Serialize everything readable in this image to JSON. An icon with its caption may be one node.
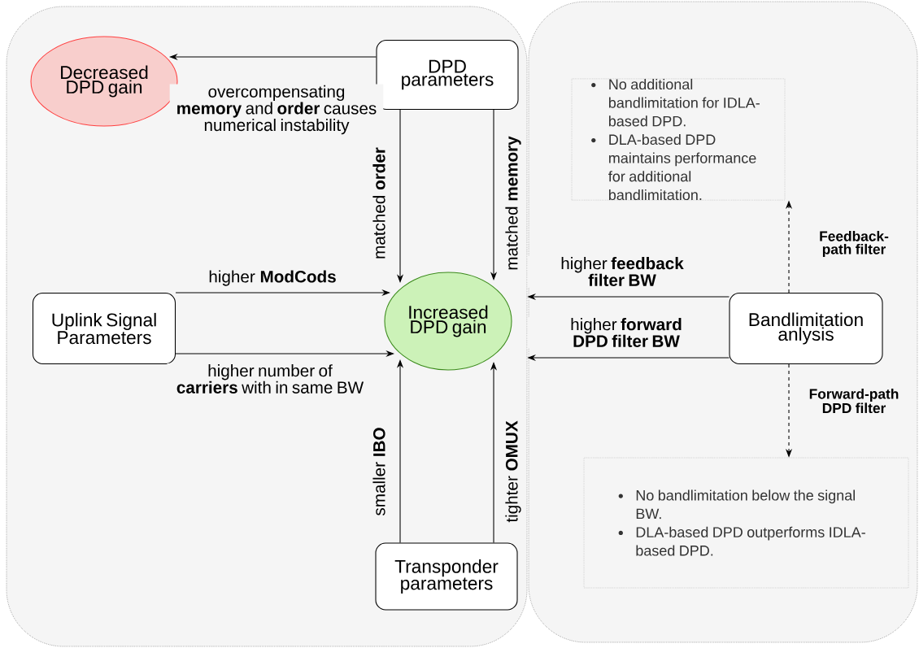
{
  "diagram": {
    "nodes": [
      {
        "text": [],
        "shape": "box"
      },
      {
        "text": [],
        "shape": "box"
      },
      {
        "text": [
          "Decreased DPD gain"
        ],
        "in": 0
      },
      {
        "text": [
          "DPD parameters"
        ],
        "in": 0
      },
      {
        "text": [
          "Uplink Signal Parameters"
        ],
        "in": 0
      },
      {
        "text": [
          "Increased DPD gain"
        ],
        "in": 0
      },
      {
        "text": [
          "Transponder parameters"
        ],
        "in": 0
      },
      {
        "text": [
          "No additional bandlimitation for IDLA-based DPD.",
          "DLA-based DPD maintains performance for additional bandlimitation."
        ],
        "in": 1
      },
      {
        "text": [
          "Bandlimitation anlysis"
        ],
        "in": 1
      },
      {
        "text": [
          "No bandlimitation below the signal BW.",
          "DLA-based DPD outperforms IDLA-based DPD."
        ],
        "in": 1
      }
    ],
    "edges": [
      {
        "from": 3,
        "to": 2,
        "arrow": "to",
        "label": "overcompensating **memory** and **order** causes numerical instability"
      },
      {
        "from": 3,
        "to": 5,
        "arrow": "to",
        "label": "matched **order**"
      },
      {
        "from": 3,
        "to": 5,
        "arrow": "to",
        "label": "matched **memory**"
      },
      {
        "from": 4,
        "to": 5,
        "arrow": "to",
        "label": "higher **ModCods**"
      },
      {
        "from": 4,
        "to": 5,
        "arrow": "to",
        "label": "higher number of **carriers** with in same BW"
      },
      {
        "from": 6,
        "to": 5,
        "arrow": "to",
        "label": "smaller **IBO**"
      },
      {
        "from": 6,
        "to": 5,
        "arrow": "to",
        "label": "tighter **OMUX**"
      },
      {
        "from": 8,
        "to": 0,
        "arrow": "to",
        "label": "higher **feedback filter BW**"
      },
      {
        "from": 8,
        "to": 0,
        "arrow": "to",
        "label": "higher **forward DPD filter BW**"
      },
      {
        "from": 8,
        "to": 7,
        "arrow": "to",
        "label": "Feedback-path filter",
        "style": "dashed"
      },
      {
        "from": 8,
        "to": 9,
        "arrow": "to",
        "label": "Forward-path DPD filter",
        "style": "dashed"
      }
    ]
  }
}
